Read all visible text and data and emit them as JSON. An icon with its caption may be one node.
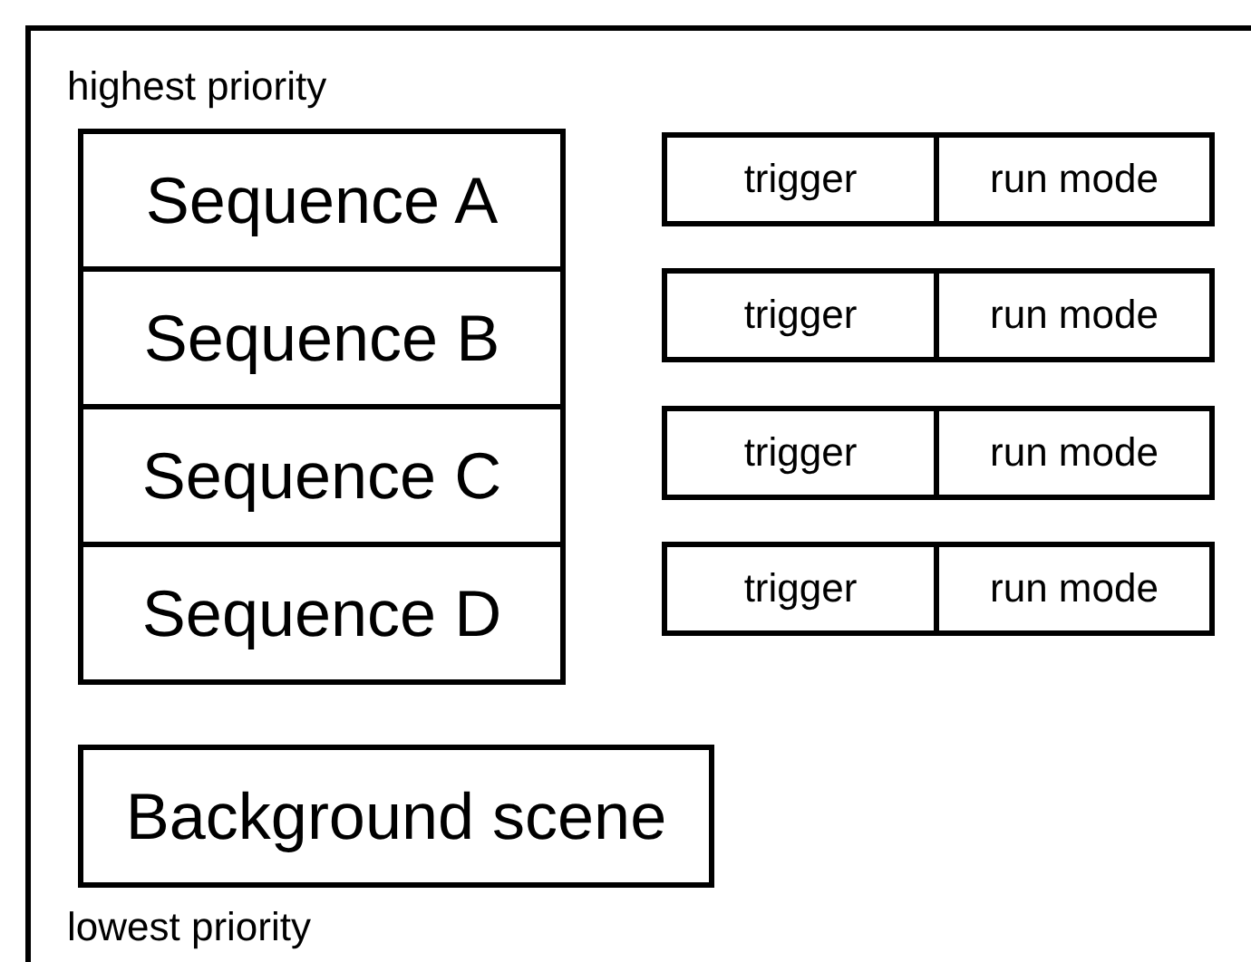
{
  "diagram": {
    "nodes": [
      {
        "text": [
          "highest priority",
          "lowest priority"
        ]
      },
      {
        "text": [
          "Sequence A"
        ],
        "in": 0
      },
      {
        "text": [
          "Sequence B"
        ],
        "in": 0
      },
      {
        "text": [
          "Sequence C"
        ],
        "in": 0
      },
      {
        "text": [
          "Sequence D"
        ],
        "in": 0
      },
      {
        "text": [
          "trigger"
        ],
        "in": 0
      },
      {
        "text": [
          "run mode"
        ],
        "in": 0
      },
      {
        "text": [
          "trigger"
        ],
        "in": 0
      },
      {
        "text": [
          "run mode"
        ],
        "in": 0
      },
      {
        "text": [
          "trigger"
        ],
        "in": 0
      },
      {
        "text": [
          "run mode"
        ],
        "in": 0
      },
      {
        "text": [
          "trigger"
        ],
        "in": 0
      },
      {
        "text": [
          "run mode"
        ],
        "in": 0
      },
      {
        "text": [
          "Background scene"
        ],
        "in": 0
      }
    ]
  }
}
